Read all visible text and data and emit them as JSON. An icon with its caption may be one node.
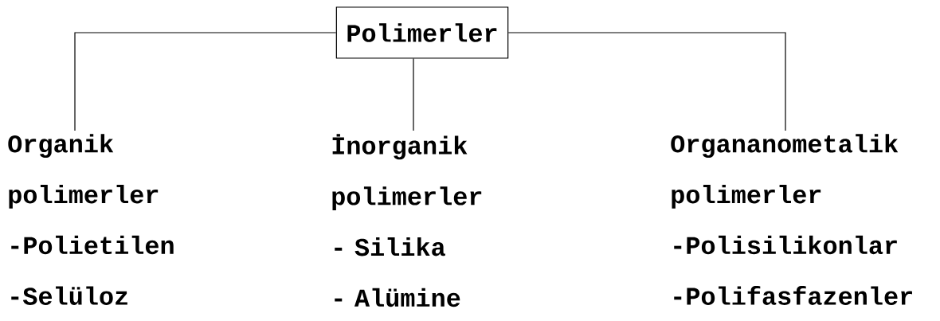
{
  "diagram": {
    "nodes": [
      {
        "text": [
          "Polimerler"
        ]
      },
      {
        "text": [
          "Organik polimerler",
          "-Polietilen",
          "-Selüloz"
        ]
      },
      {
        "text": [
          "İnorganik polimerler",
          "- Silika",
          "- Alümine"
        ]
      },
      {
        "text": [
          "Organanometalik polimerler",
          "-Polisilikonlar",
          "-Polifasfazenler"
        ]
      }
    ],
    "edges": [
      {
        "from": 0,
        "to": 1,
        "arrow": "none"
      },
      {
        "from": 0,
        "to": 2,
        "arrow": "none"
      },
      {
        "from": 0,
        "to": 3,
        "arrow": "none"
      }
    ]
  }
}
